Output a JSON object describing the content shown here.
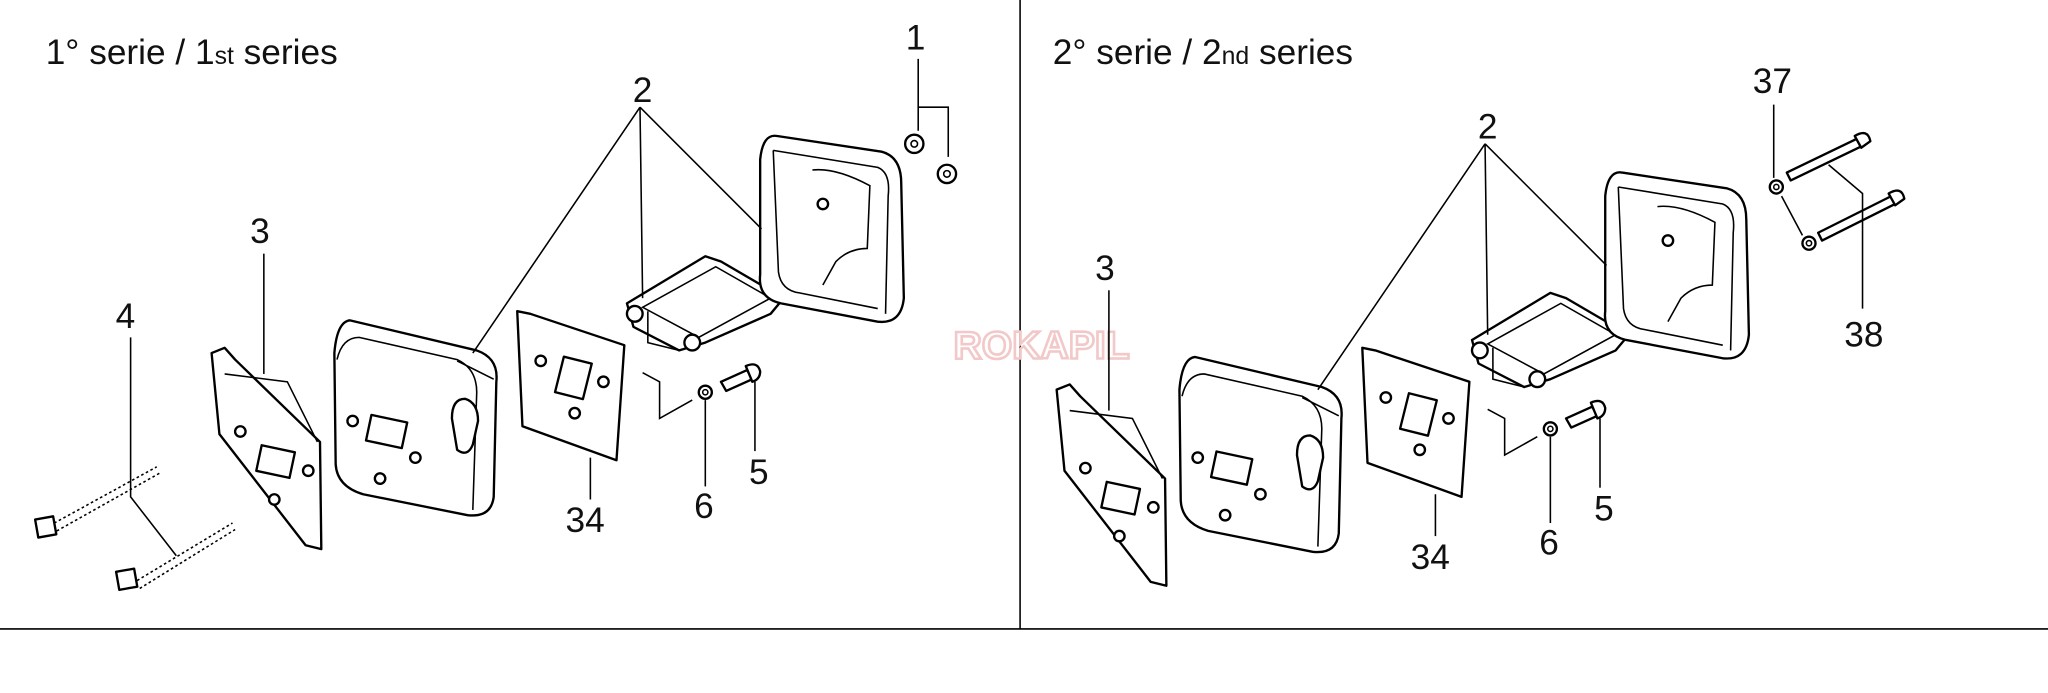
{
  "panels": [
    {
      "title_prefix": "1° serie / 1",
      "title_sup": "st",
      "title_suffix": " series",
      "labels": {
        "nuts": "1",
        "heat_shield": "2",
        "plate": "3",
        "bolts": "4",
        "screw": "5",
        "washer": "6",
        "gasket": "34"
      }
    },
    {
      "title_prefix": "2° serie / 2",
      "title_sup": "nd",
      "title_suffix": " series",
      "labels": {
        "heat_shield": "2",
        "plate": "3",
        "screw": "5",
        "washer": "6",
        "gasket": "34",
        "washers": "37",
        "bolts": "38"
      }
    }
  ],
  "watermark": "ROKAPIL",
  "colors": {
    "line": "#000000",
    "watermark": "#f2c8c8"
  }
}
